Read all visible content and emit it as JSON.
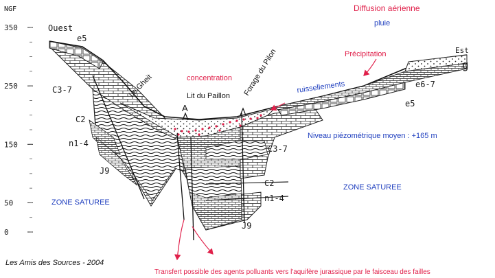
{
  "axis": {
    "unit": "NGF",
    "ticks": [
      {
        "label": "350",
        "value": 350
      },
      {
        "label": "250",
        "value": 250
      },
      {
        "label": "150",
        "value": 150
      },
      {
        "label": "50",
        "value": 50
      },
      {
        "label": "0",
        "value": 0
      }
    ]
  },
  "directions": {
    "west": "Ouest",
    "east": "Est"
  },
  "strata": {
    "e5_west": "e5",
    "c37_west": "C3-7",
    "c2_west": "C2",
    "n14_west": "n1-4",
    "j9_west": "J9",
    "g_east": "g",
    "e67_east": "e6-7",
    "e5_east": "e5",
    "c37_center": "C3-7",
    "c2_center": "C2",
    "n14_center": "n1-4",
    "j9_center": "J9"
  },
  "labels": {
    "diffusion": "Diffusion aérienne",
    "pluie": "pluie",
    "precipitation": "Précipitation",
    "concentration": "concentration",
    "ruissellements": "ruissellements",
    "le_gheit": "Le Gheit",
    "lit_paillon": "Lit du Paillon",
    "forage_pilon": "Forage du Pilon",
    "point_a": "A",
    "niveau": "Niveau piézométrique moyen : +165 m",
    "zone_left": "ZONE SATUREE",
    "zone_right": "ZONE SATUREE",
    "credit": "Les Amis des Sources  -  2004",
    "transfert": "Transfert possible des agents polluants vers l'aquifère jurassique par le faisceau des failles"
  },
  "colors": {
    "red": "#e0204a",
    "blue": "#1f3fbf",
    "ink": "#1a1a1a"
  }
}
